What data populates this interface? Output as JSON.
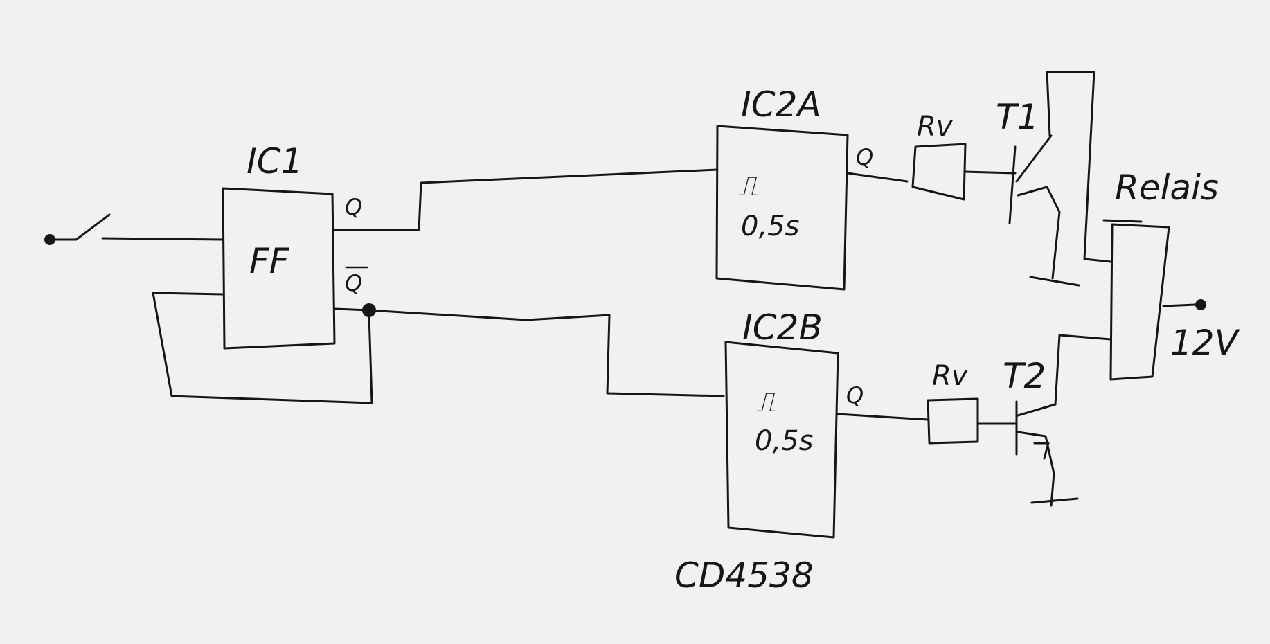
{
  "diagram": {
    "ic1": {
      "title": "IC1",
      "body": "FF",
      "out_q": "Q",
      "out_qbar": "Q"
    },
    "ic2a": {
      "title": "IC2A",
      "pulse": "⎍",
      "time": "0,5s",
      "out_q": "Q"
    },
    "ic2b": {
      "title": "IC2B",
      "pulse": "⎍",
      "time": "0,5s",
      "out_q": "Q"
    },
    "chip_label": "CD4538",
    "rv_top": "Rv",
    "rv_bottom": "Rv",
    "t1": "T1",
    "t2": "T2",
    "relay": "Relais",
    "supply": "12V"
  }
}
